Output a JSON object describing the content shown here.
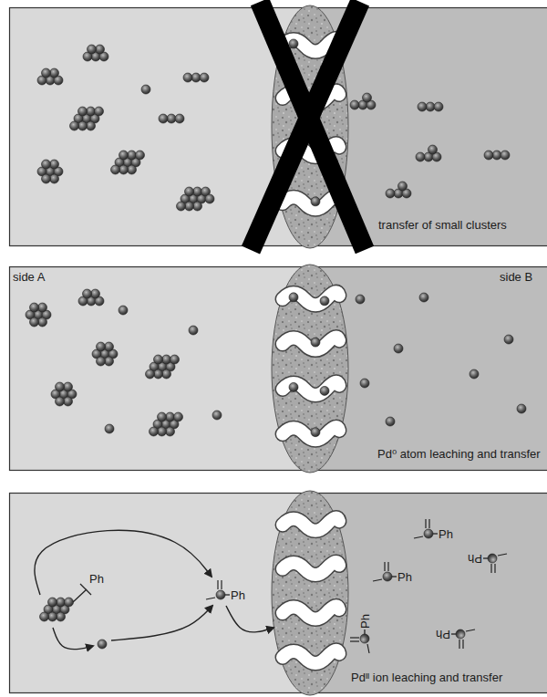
{
  "diagram": {
    "nodes": [
      {
        "text": [
          "transfer of small clusters"
        ]
      },
      {
        "text": [
          "side A",
          "side B",
          "Pd⁰ atom leaching and transfer"
        ]
      },
      {
        "text": [
          "Pdᴵᴵ ion leaching and transfer"
        ]
      }
    ],
    "labels": [
      "Ph",
      "Ph",
      "Ph",
      "Ph",
      "Ph",
      "Ph",
      "Ph"
    ]
  }
}
